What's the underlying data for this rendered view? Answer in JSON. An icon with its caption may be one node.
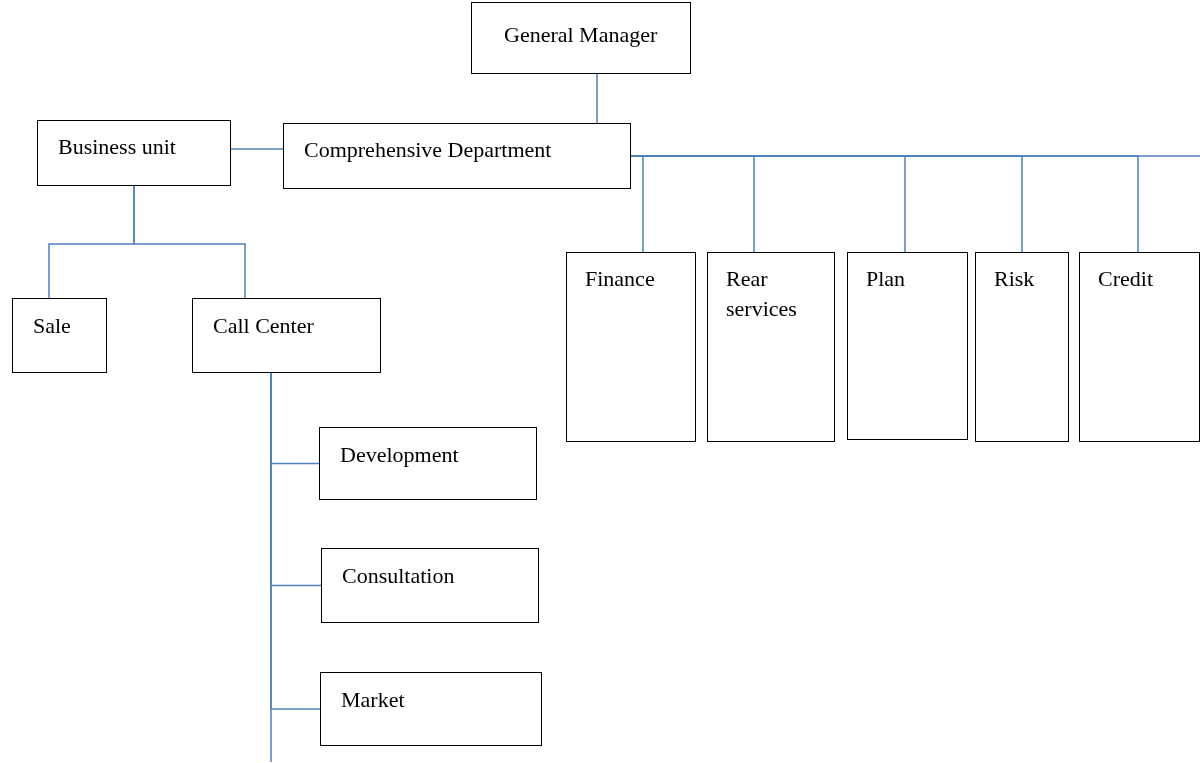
{
  "diagram": {
    "nodes": [
      {
        "text": [
          "General Manager"
        ]
      },
      {
        "text": [
          "Business unit"
        ]
      },
      {
        "text": [
          "Comprehensive Department"
        ]
      },
      {
        "text": [
          "Sale"
        ]
      },
      {
        "text": [
          "Call Center"
        ]
      },
      {
        "text": [
          "Development"
        ]
      },
      {
        "text": [
          "Consultation"
        ]
      },
      {
        "text": [
          "Market"
        ]
      },
      {
        "text": [
          "Finance"
        ]
      },
      {
        "text": [
          "Rear services"
        ]
      },
      {
        "text": [
          "Plan"
        ]
      },
      {
        "text": [
          "Risk"
        ]
      },
      {
        "text": [
          "Credit"
        ]
      }
    ],
    "edges": [
      {
        "from": 0,
        "to": 2,
        "arrow": "none"
      },
      {
        "from": 1,
        "to": 2,
        "arrow": "none"
      },
      {
        "from": 2,
        "to": 8,
        "arrow": "none"
      },
      {
        "from": 2,
        "to": 9,
        "arrow": "none"
      },
      {
        "from": 2,
        "to": 10,
        "arrow": "none"
      },
      {
        "from": 2,
        "to": 11,
        "arrow": "none"
      },
      {
        "from": 2,
        "to": 12,
        "arrow": "none"
      },
      {
        "from": 2,
        "to": null,
        "arrow": "none"
      },
      {
        "from": 1,
        "to": 3,
        "arrow": "none"
      },
      {
        "from": 1,
        "to": 4,
        "arrow": "none"
      },
      {
        "from": 4,
        "to": 5,
        "arrow": "none"
      },
      {
        "from": 4,
        "to": 6,
        "arrow": "none"
      },
      {
        "from": 4,
        "to": 7,
        "arrow": "none"
      },
      {
        "from": 4,
        "to": null,
        "arrow": "none"
      }
    ]
  }
}
